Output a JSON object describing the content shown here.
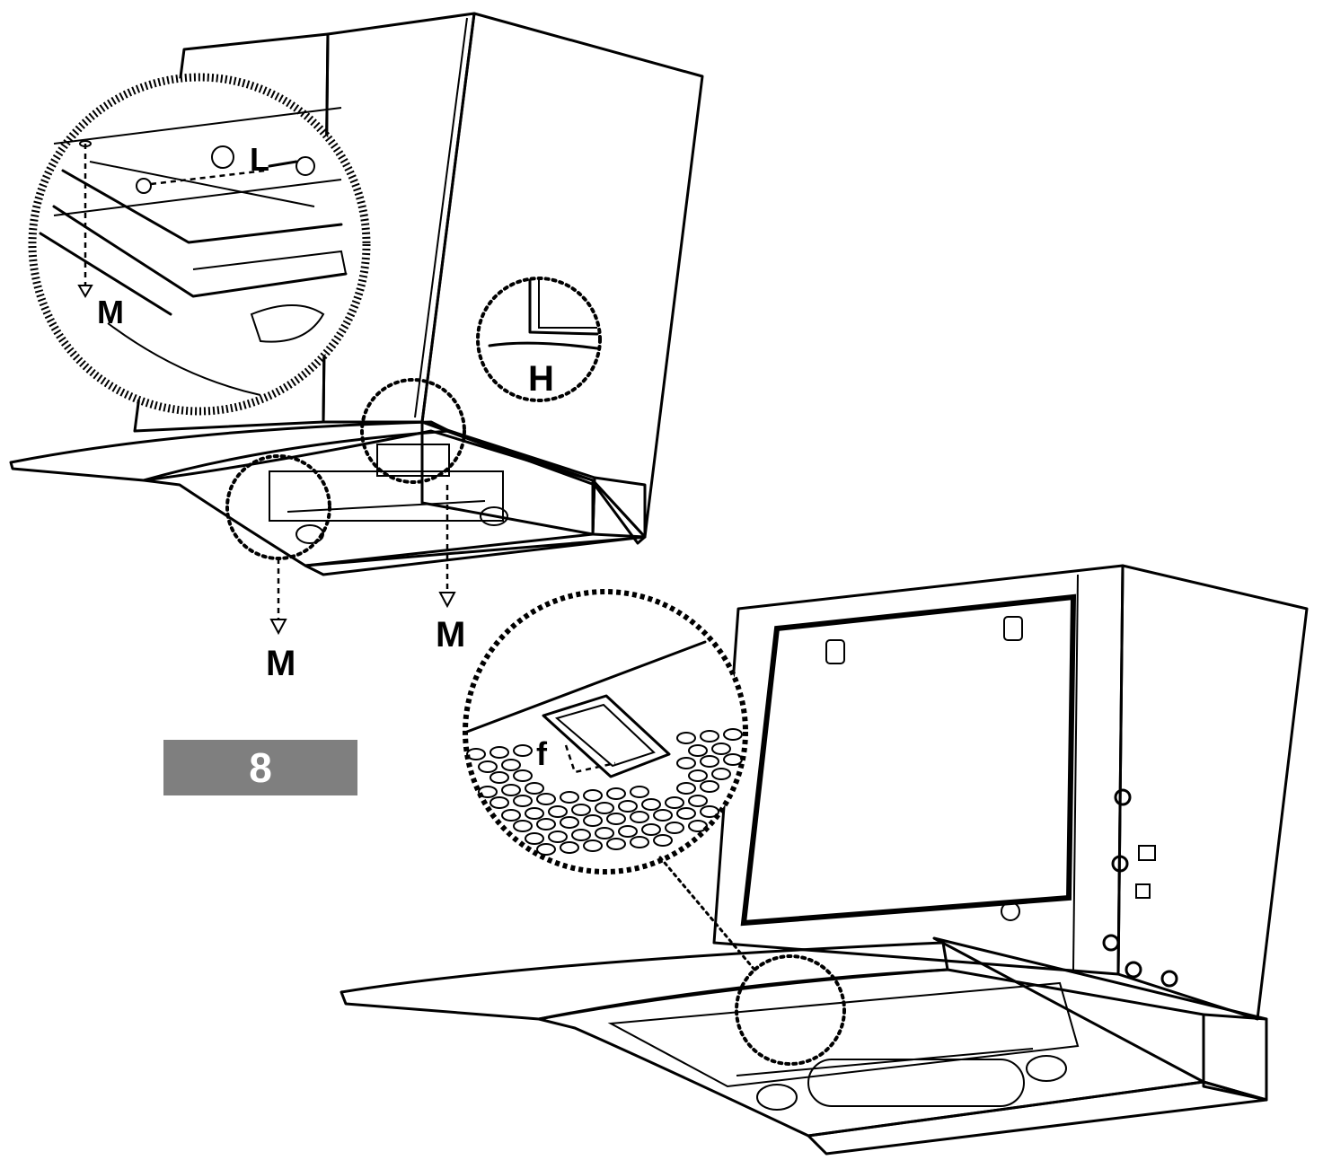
{
  "step": {
    "number": "8"
  },
  "labels": {
    "screw_l": "L",
    "screw_m_detail": "M",
    "detail_h": "H",
    "screw_m_left": "M",
    "screw_m_right": "M",
    "clip_f": "f"
  },
  "colors": {
    "step_box": "#7f7f7f",
    "panel_shade": "#d9d9d9",
    "ink": "#000000"
  }
}
